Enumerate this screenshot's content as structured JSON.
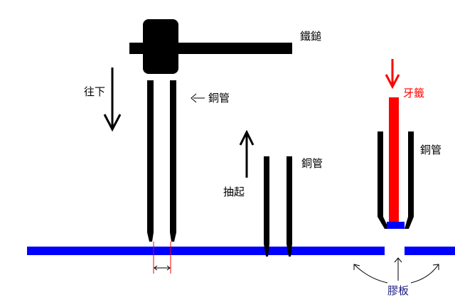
{
  "labels": {
    "hammer": "鐵鎚",
    "down": "往下",
    "pipe_left": "銅管",
    "pipe_middle": "銅管",
    "pull_up": "抽起",
    "tap": "牙籤",
    "pipe_right": "銅管",
    "board": "膠板"
  },
  "colors": {
    "ink": "#000000",
    "board": "#0000ff",
    "tap": "#ff0000",
    "board_label": "#1a1a80",
    "gap_marker": "#ff0000"
  }
}
